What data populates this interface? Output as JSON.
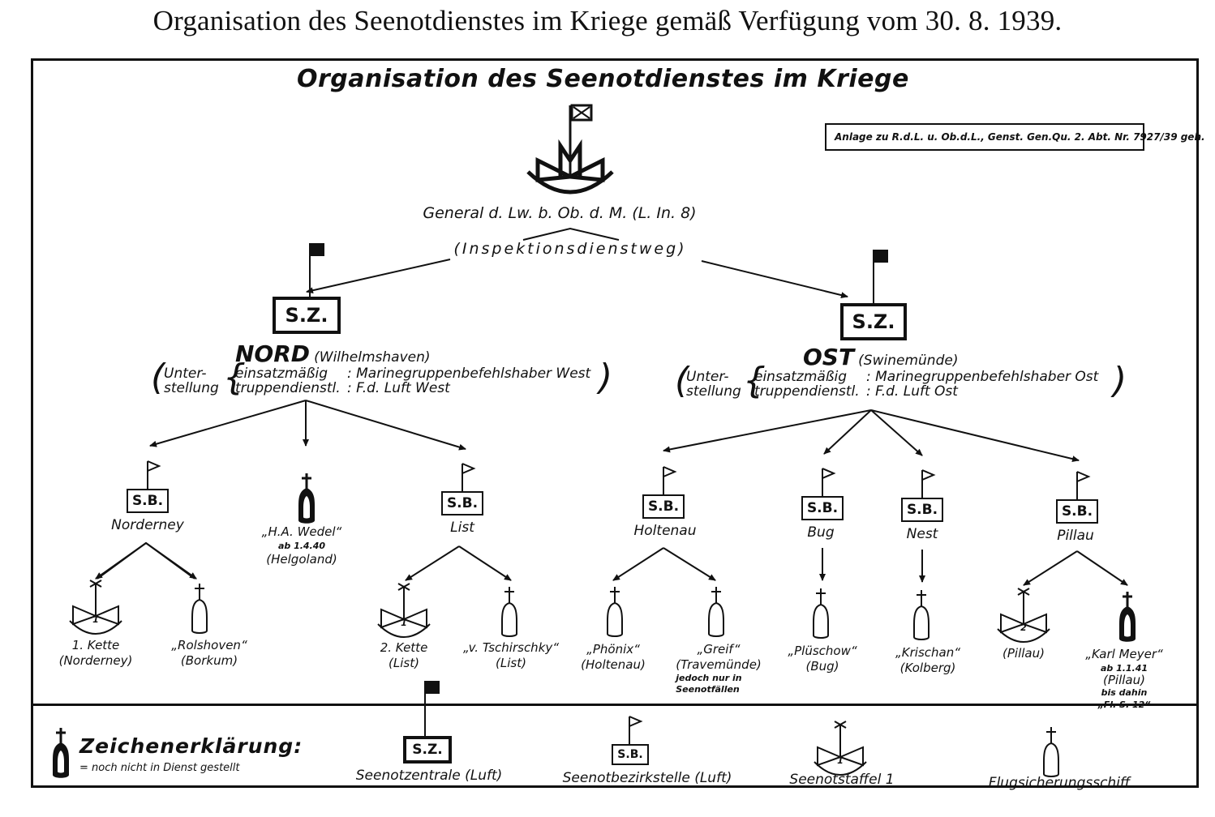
{
  "page_title": "Organisation des Seenotdienstes im Kriege gemäß Verfügung vom 30. 8. 1939.",
  "chart_title": "Organisation des Seenotdienstes im Kriege",
  "reference_note": "Anlage zu R.d.L. u. Ob.d.L., Genst. Gen.Qu. 2. Abt. Nr. 7927/39 geh.",
  "root": {
    "label": "General d. Lw. b. Ob. d. M. (L. In. 8)",
    "channel": "(Inspektionsdienstweg)",
    "icon": "command-ship-flag-icon"
  },
  "zentralen": [
    {
      "box_label": "S.Z.",
      "name": "NORD",
      "location": "(Wilhelmshaven)",
      "subordination_label_1": "Unter-",
      "subordination_label_2": "stellung",
      "operational_key": "einsatzmäßig",
      "operational_value": ": Marinegruppenbefehlshaber West",
      "troop_key": "truppendienstl.",
      "troop_value": ": F.d. Luft West",
      "bezirksstellen": [
        {
          "box_label": "S.B.",
          "name": "Norderney",
          "units": [
            {
              "type": "seenotstaffel",
              "number": "1",
              "line1": "1. Kette",
              "line2": "(Norderney)"
            },
            {
              "type": "flugsicherungsschiff",
              "line1": "„Rolshoven“",
              "line2": "(Borkum)"
            }
          ]
        },
        {
          "type": "flugsicherungsschiff-not-in-service",
          "line1": "„H.A. Wedel“",
          "line2": "ab 1.4.40",
          "line3": "(Helgoland)"
        },
        {
          "box_label": "S.B.",
          "name": "List",
          "units": [
            {
              "type": "seenotstaffel",
              "number": "1",
              "line1": "2. Kette",
              "line2": "(List)"
            },
            {
              "type": "flugsicherungsschiff",
              "line1": "„v. Tschirschky“",
              "line2": "(List)"
            }
          ]
        }
      ]
    },
    {
      "box_label": "S.Z.",
      "name": "OST",
      "location": "(Swinemünde)",
      "subordination_label_1": "Unter-",
      "subordination_label_2": "stellung",
      "operational_key": "einsatzmäßig",
      "operational_value": ": Marinegruppenbefehlshaber Ost",
      "troop_key": "truppendienstl.",
      "troop_value": ": F.d. Luft Ost",
      "bezirksstellen": [
        {
          "box_label": "S.B.",
          "name": "Holtenau",
          "units": [
            {
              "type": "flugsicherungsschiff",
              "line1": "„Phönix“",
              "line2": "(Holtenau)"
            },
            {
              "type": "flugsicherungsschiff",
              "line1": "„Greif“",
              "line2": "(Travemünde)",
              "note1": "jedoch nur in",
              "note2": "Seenotfällen"
            }
          ]
        },
        {
          "box_label": "S.B.",
          "name": "Bug",
          "units": [
            {
              "type": "flugsicherungsschiff",
              "line1": "„Plüschow“",
              "line2": "(Bug)"
            }
          ]
        },
        {
          "box_label": "S.B.",
          "name": "Nest",
          "units": [
            {
              "type": "flugsicherungsschiff",
              "line1": "„Krischan“",
              "line2": "(Kolberg)"
            }
          ]
        },
        {
          "box_label": "S.B.",
          "name": "Pillau",
          "units": [
            {
              "type": "seenotstaffel",
              "number": "2",
              "line1": "(Pillau)"
            },
            {
              "type": "flugsicherungsschiff-not-in-service",
              "line1": "„Karl Meyer“",
              "line2": "ab 1.1.41",
              "line3": "(Pillau)",
              "line4": "bis dahin",
              "line5": "„Fl. S. 12“"
            }
          ]
        }
      ]
    }
  ],
  "legend": {
    "title": "Zeichenerklärung:",
    "not_in_service_note": "= noch nicht in Dienst gestellt",
    "items": [
      {
        "symbol": "S.Z.",
        "label": "Seenotzentrale (Luft)",
        "icon": "seenotzentrale-icon"
      },
      {
        "symbol": "S.B.",
        "label": "Seenotbezirkstelle (Luft)",
        "icon": "seenotbezirkstelle-icon"
      },
      {
        "symbol": "1",
        "label": "Seenotstaffel 1",
        "icon": "seenotstaffel-icon"
      },
      {
        "symbol": "",
        "label": "Flugsicherungsschiff",
        "icon": "flugsicherungsschiff-icon"
      }
    ]
  },
  "colors": {
    "ink": "#111111",
    "paper": "#ffffff"
  }
}
